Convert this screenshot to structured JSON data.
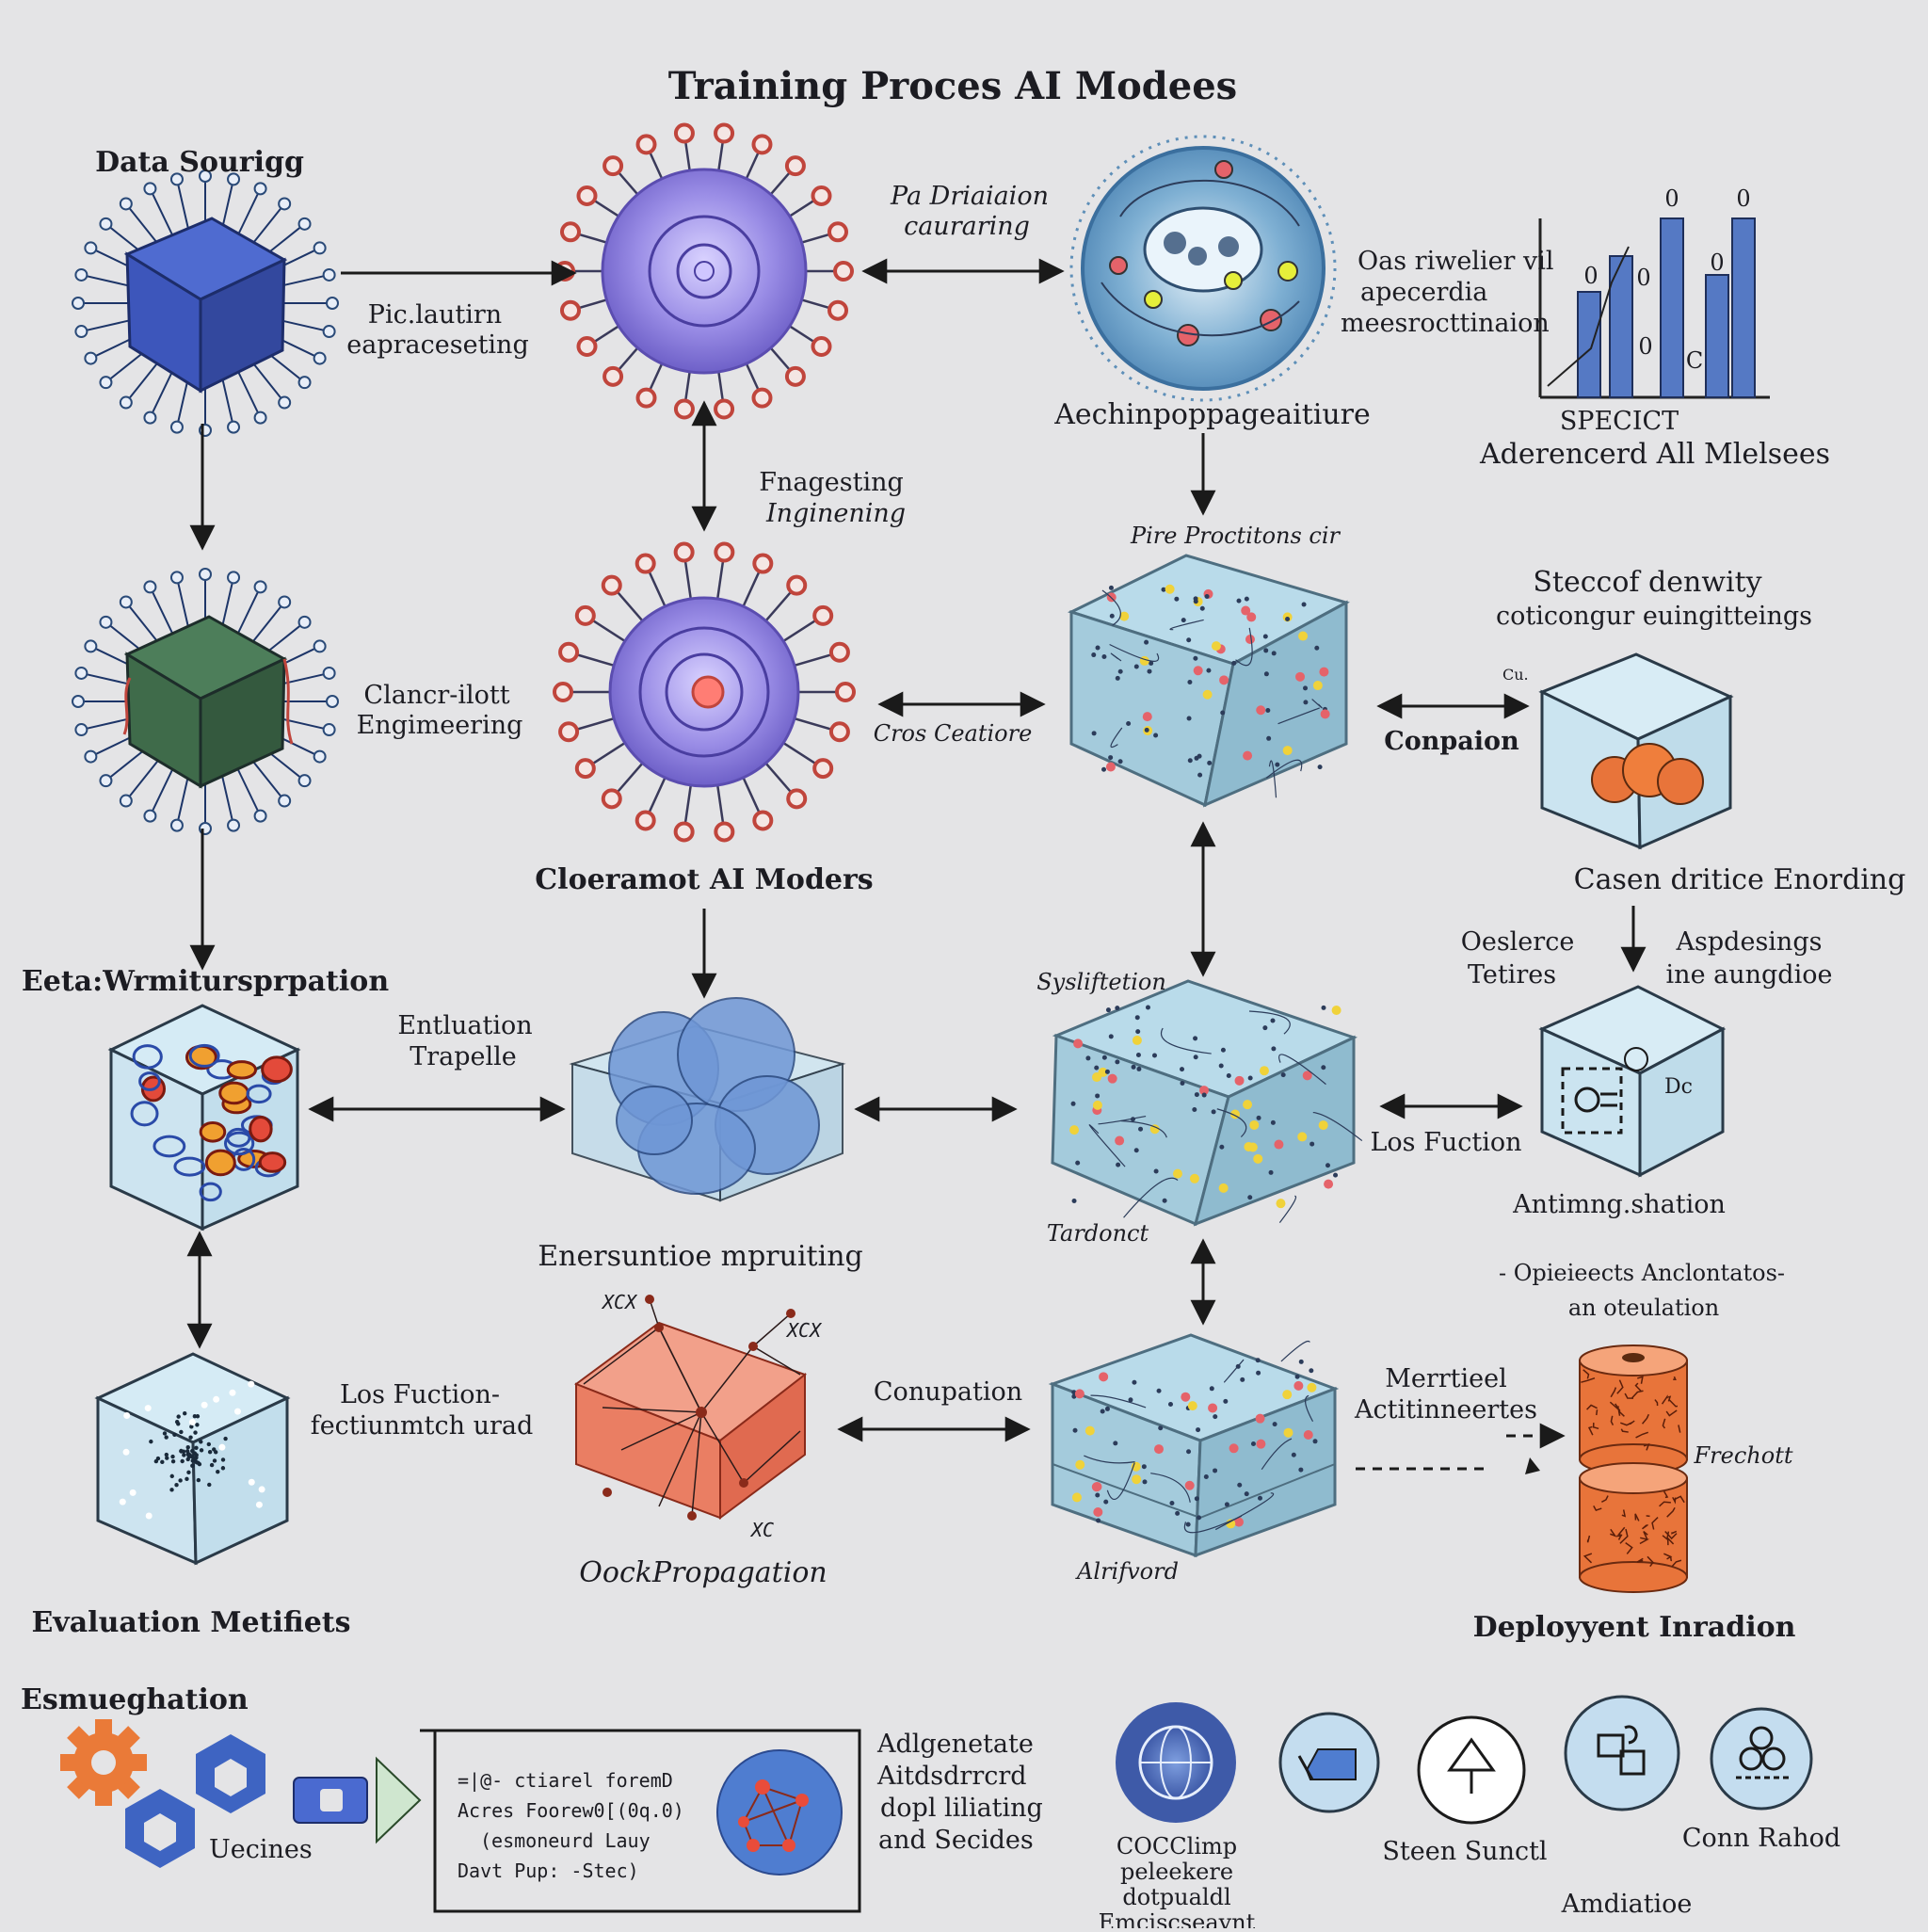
{
  "title": "Training Proces AI Modees",
  "row1": {
    "data_source": "Data Sourigg",
    "preproc": [
      "Pic.lautirn",
      "eapraceseting"
    ],
    "distribution": [
      "Pa Driaiaion",
      "cauraring"
    ],
    "architecture": "Aechinpoppageaitiure",
    "chart_note": [
      "Oas riwelier vil",
      "apecerdia",
      "meesrocttinaion"
    ],
    "chart_labels": [
      "SPECICT",
      "Aderencerd All Mlelsees"
    ],
    "chart_marks": [
      "0",
      "0",
      "0",
      "0",
      "0",
      "0",
      "C"
    ]
  },
  "row2": {
    "feature_engineering": [
      "Fnagesting",
      "Inginening"
    ],
    "pre_proc": "Pire Proctitons cir",
    "density": [
      "Steccof denwity",
      "coticongur euingitteings"
    ],
    "cluster_eng": [
      "Clancr-ilott",
      "Engimeering"
    ],
    "cross": "Cros Ceatiore",
    "comparison": "Conpaion",
    "small_label": "Cu.",
    "model_title": "Cloeramot AI Moders",
    "encoding": "Casen dritice Enording"
  },
  "row3": {
    "meta": "Eeta:Wrmitursprpation",
    "oeslerce": [
      "Oeslerce",
      "Tetires"
    ],
    "aspdesings": [
      "Aspdesings",
      "ine aungdioe"
    ],
    "eval_pipeline": [
      "Entluation",
      "Trapelle"
    ],
    "syslifetion": "Sysliftetion",
    "loss_function": "Los Fuction",
    "box_label": "Dc",
    "tardonct": "Tardonct",
    "anti": "Antimng.shation",
    "enc_input": "Enersuntioe mpruiting"
  },
  "row4": {
    "opt": [
      "- Opieieects Anclontatos-",
      "an oteulation"
    ],
    "xcx1": "XCX",
    "xcx2": "XCX",
    "xcx3": "XC",
    "loss2": [
      "Los Fuction-",
      "fectiunmtch urad"
    ],
    "computation": "Conupation",
    "metrics_act": [
      "Merrtieel",
      "Actitinneertes"
    ],
    "frechott": "Frechott",
    "backprop": "OockPropagation",
    "alrifvord": "Alrifvord",
    "eval_metrics": "Evaluation Metifiets",
    "deployment": "Deployyent Inradion"
  },
  "bottom": {
    "section": "Esmueghation",
    "uecines": "Uecines",
    "code_lines": [
      "=|@- ctiarel   foremD",
      "Acres  Foorew0[(0q.0)",
      "(esmoneurd         Lauy",
      "Davt      Pup:    -Stec)"
    ],
    "notes": [
      "Adlgenetate",
      "Aitdsdrrcrd",
      "dopl liliating",
      "and Secides"
    ],
    "icon1_label": [
      "COCClimp",
      "peleekere",
      "dotpualdl",
      "Emciscseaynt"
    ],
    "icon3_label": "Steen Sunctl",
    "icon5_label": "Conn Rahod",
    "final": "Amdiatioe"
  },
  "colors": {
    "blue_cube": "#3d5bb8",
    "green_cube": "#3f6b4a",
    "teal_cube": "#a8cfe0",
    "virus_ring": "#c0453c",
    "virus_core": "#8f84e0",
    "orange": "#e8743a",
    "arrow": "#1a1a1a"
  }
}
